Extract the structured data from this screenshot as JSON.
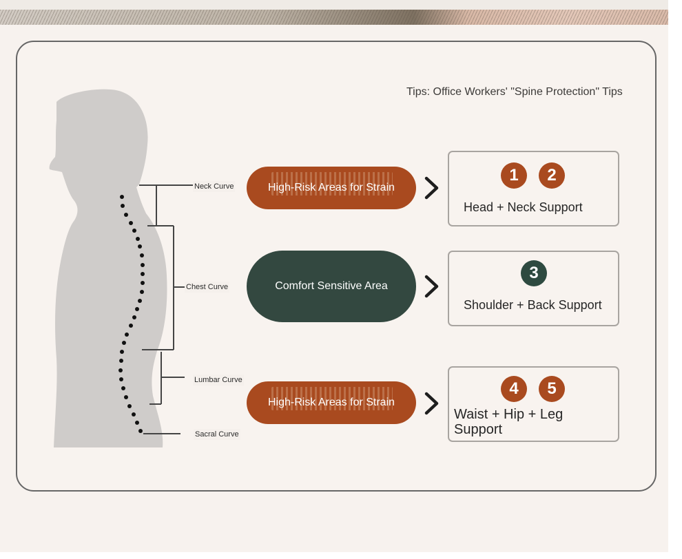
{
  "header": {
    "title": "Tips: Office Workers' \"Spine Protection\" Tips"
  },
  "spine_labels": [
    {
      "label": "Neck Curve"
    },
    {
      "label": "Chest Curve"
    },
    {
      "label": "Lumbar Curve"
    },
    {
      "label": "Sacral Curve"
    }
  ],
  "zones": [
    {
      "label": "High-Risk Areas for Strain",
      "type": "high-risk",
      "color": "#a94a1f"
    },
    {
      "label": "Comfort Sensitive Area",
      "type": "comfort",
      "color": "#334840"
    },
    {
      "label": "High-Risk Areas for Strain",
      "type": "high-risk",
      "color": "#a94a1f"
    }
  ],
  "supports": [
    {
      "badges": [
        "1",
        "2"
      ],
      "label": "Head + Neck Support",
      "badge_color": "#a94a1f"
    },
    {
      "badges": [
        "3"
      ],
      "label": "Shoulder + Back Support",
      "badge_color": "#2e4a40"
    },
    {
      "badges": [
        "4",
        "5"
      ],
      "label": "Waist + Hip + Leg Support",
      "badge_color": "#a94a1f"
    }
  ],
  "icons": {
    "arrow": "chevron-right-icon",
    "figure": "human-silhouette"
  }
}
